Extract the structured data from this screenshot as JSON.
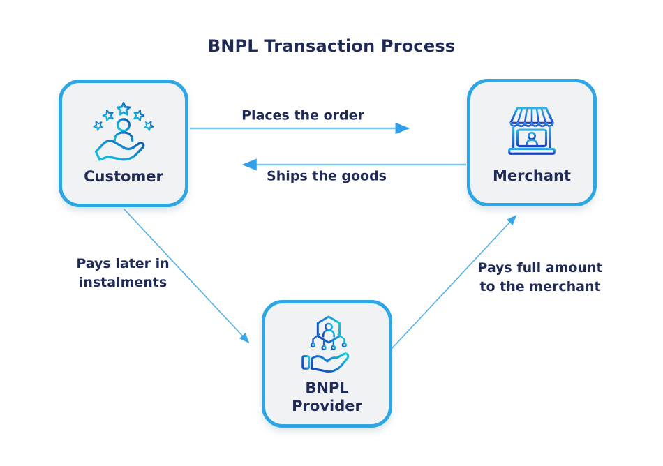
{
  "title": "BNPL Transaction Process",
  "nodes": [
    {
      "id": "customer",
      "label": "Customer",
      "label_lines": [
        "Customer"
      ],
      "icon": "customer-stars-hand-icon"
    },
    {
      "id": "merchant",
      "label": "Merchant",
      "label_lines": [
        "Merchant"
      ],
      "icon": "merchant-storefront-icon"
    },
    {
      "id": "bnpl",
      "label": "BNPL Provider",
      "label_lines": [
        "BNPL",
        "Provider"
      ],
      "icon": "bnpl-provider-hand-network-icon"
    }
  ],
  "edges": [
    {
      "from": "Customer",
      "to": "Merchant",
      "label": "Places the order",
      "label_lines": [
        "Places the order"
      ],
      "direction": "right"
    },
    {
      "from": "Merchant",
      "to": "Customer",
      "label": "Ships the goods",
      "label_lines": [
        "Ships the goods"
      ],
      "direction": "left"
    },
    {
      "from": "Customer",
      "to": "BNPL Provider",
      "label": "Pays later in instalments",
      "label_lines": [
        "Pays later in",
        "instalments"
      ],
      "direction": "down-right"
    },
    {
      "from": "BNPL Provider",
      "to": "Merchant",
      "label": "Pays full amount to the merchant",
      "label_lines": [
        "Pays full amount",
        "to the merchant"
      ],
      "direction": "up-right"
    }
  ],
  "colors": {
    "box_border": "#2EA6E4",
    "box_background": "#F1F2F4",
    "text_navy": "#1F2A56",
    "arrow_line": "#7CC7F0",
    "arrow_line_diagonal": "#54AFE9",
    "arrow_head": "#2E9FE8",
    "icon_gradient_cyan": "#12C9D9",
    "icon_gradient_blue": "#0D4FA6",
    "background": "#FFFFFF"
  }
}
